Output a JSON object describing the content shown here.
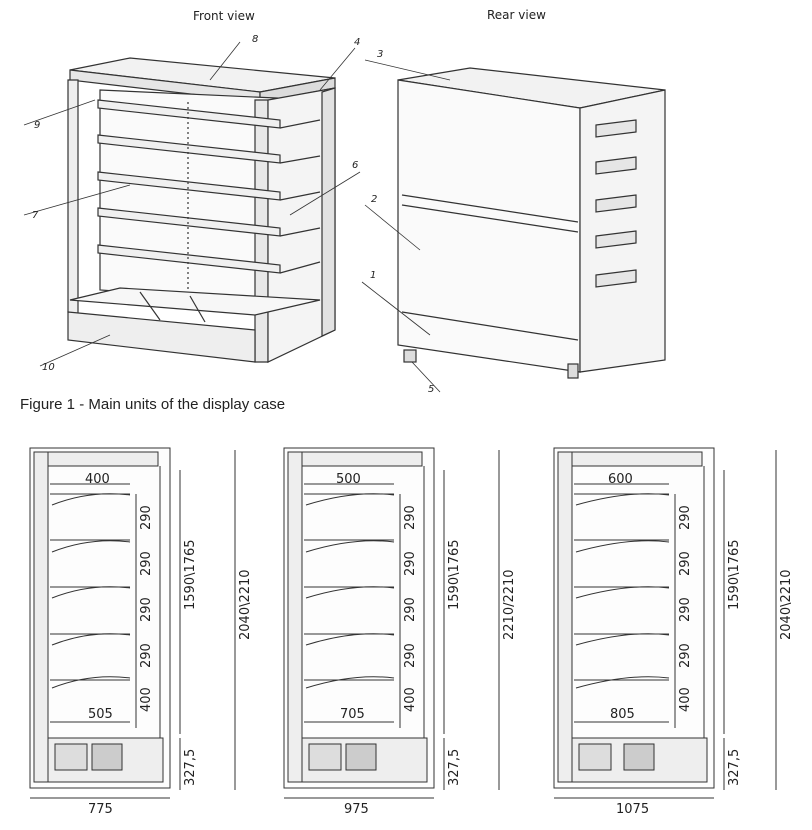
{
  "figure1": {
    "front_view_title": "Front view",
    "rear_view_title": "Rear view",
    "caption": "Figure 1 - Main units of the display case",
    "part_numbers": [
      "1",
      "2",
      "3",
      "4",
      "5",
      "6",
      "7",
      "8",
      "9",
      "10"
    ]
  },
  "drawings": [
    {
      "width": "775",
      "top_depth": "400",
      "bottom_depth": "505",
      "shelf_gaps": [
        "290",
        "290",
        "290",
        "290"
      ],
      "bottom_gap": "400",
      "height_inner": "1590\\1765",
      "height_outer": "2040\\2210",
      "base_height": "327,5"
    },
    {
      "width": "975",
      "top_depth": "500",
      "bottom_depth": "705",
      "shelf_gaps": [
        "290",
        "290",
        "290",
        "290"
      ],
      "bottom_gap": "400",
      "height_inner": "1590\\1765",
      "height_outer": "2210/2210",
      "base_height": "327,5"
    },
    {
      "width": "1075",
      "top_depth": "600",
      "bottom_depth": "805",
      "shelf_gaps": [
        "290",
        "290",
        "290",
        "290"
      ],
      "bottom_gap": "400",
      "height_inner": "1590\\1765",
      "height_outer": "2040\\2210",
      "base_height": "327,5"
    }
  ]
}
